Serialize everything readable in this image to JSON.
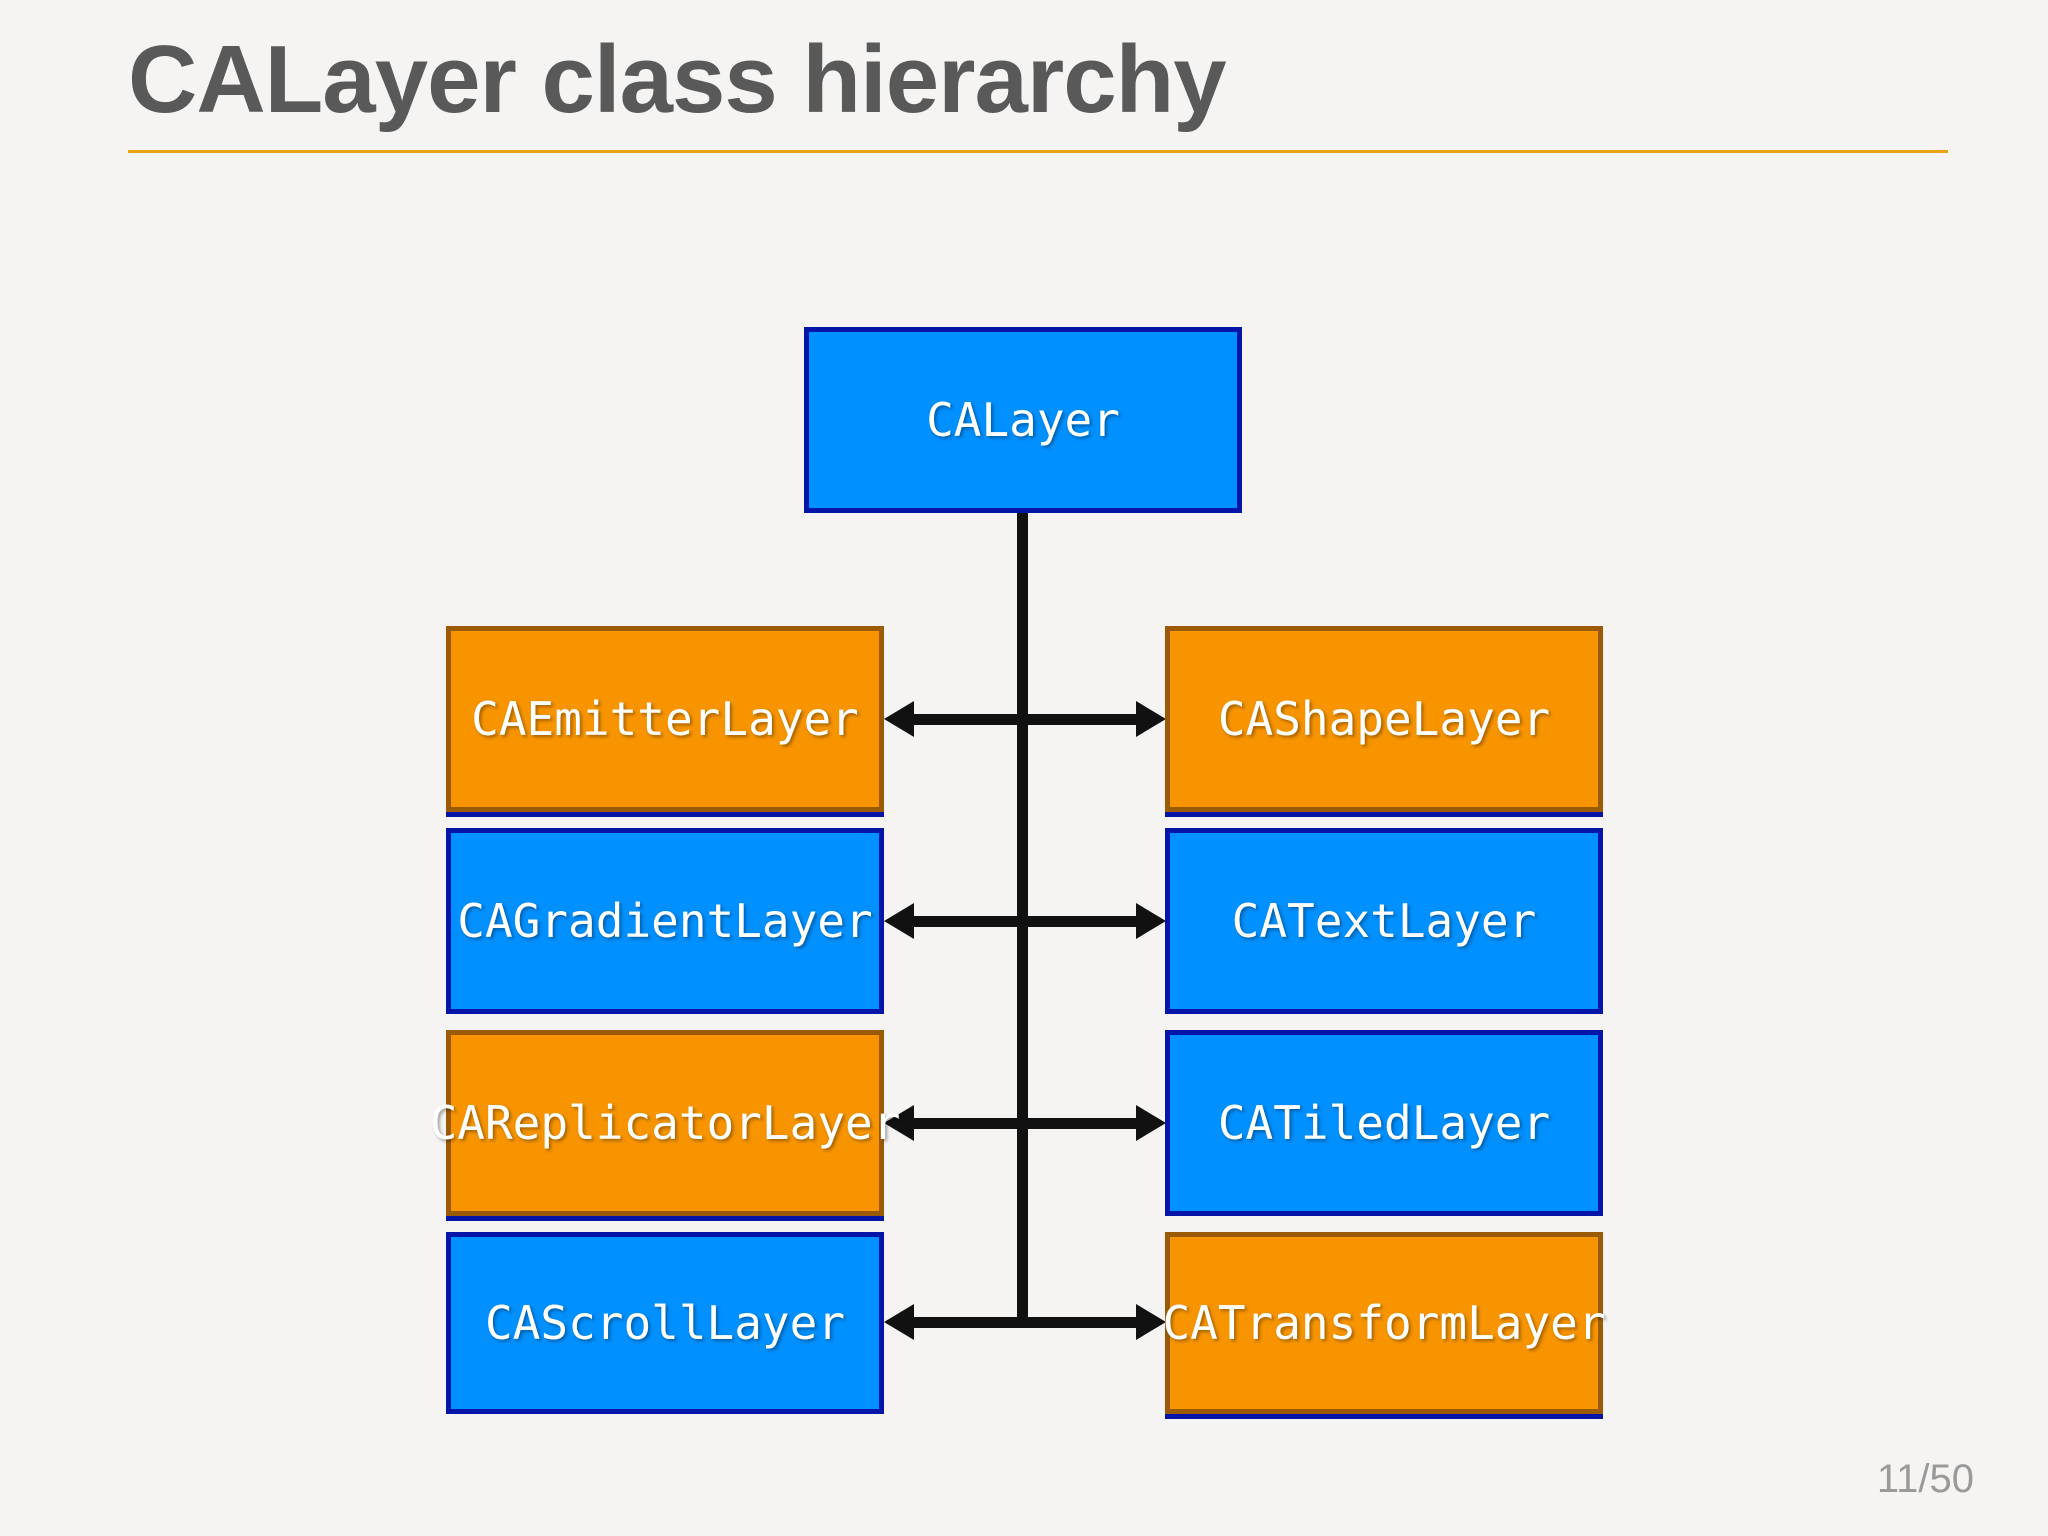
{
  "slide": {
    "title": "CALayer class hierarchy",
    "page_number": "11/50",
    "background_color": "#f5f4f3",
    "title_color": "#595959",
    "rule_color": "#e8a317"
  },
  "diagram": {
    "type": "class-hierarchy",
    "root": {
      "label": "CALayer",
      "color": "blue",
      "fill": "#0090ff",
      "border": "#0515a8"
    },
    "colors": {
      "blue_fill": "#0090ff",
      "blue_border": "#0515a8",
      "orange_fill": "#f79400",
      "orange_border": "#9a5a06",
      "connector": "#111111",
      "node_text": "#ffffff"
    },
    "rows": [
      {
        "left": {
          "label": "CAEmitterLayer",
          "color": "orange"
        },
        "right": {
          "label": "CAShapeLayer",
          "color": "orange"
        }
      },
      {
        "left": {
          "label": "CAGradientLayer",
          "color": "blue"
        },
        "right": {
          "label": "CATextLayer",
          "color": "blue"
        }
      },
      {
        "left": {
          "label": "CAReplicatorLayer",
          "color": "orange"
        },
        "right": {
          "label": "CATiledLayer",
          "color": "blue"
        }
      },
      {
        "left": {
          "label": "CAScrollLayer",
          "color": "blue"
        },
        "right": {
          "label": "CATransformLayer",
          "color": "orange"
        }
      }
    ]
  }
}
